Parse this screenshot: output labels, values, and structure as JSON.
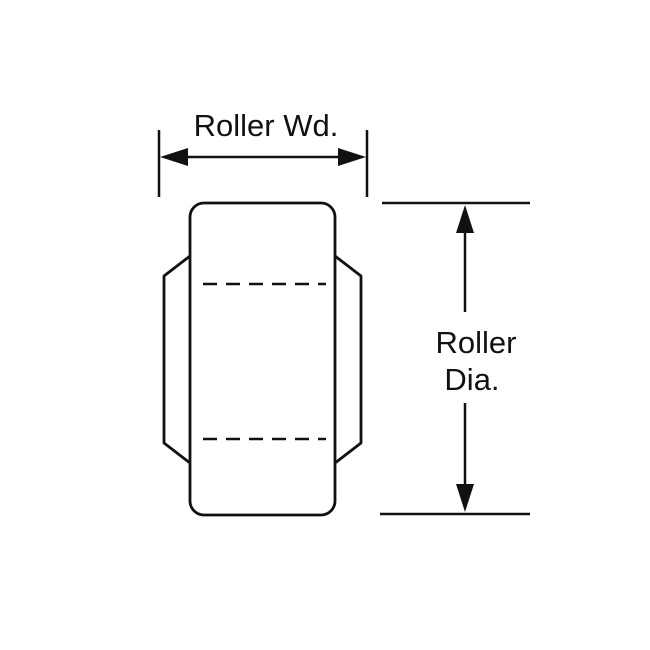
{
  "diagram": {
    "labels": {
      "width": "Roller Wd.",
      "diameter_line1": "Roller",
      "diameter_line2": "Dia."
    },
    "colors": {
      "stroke": "#111111",
      "background": "#ffffff"
    }
  }
}
